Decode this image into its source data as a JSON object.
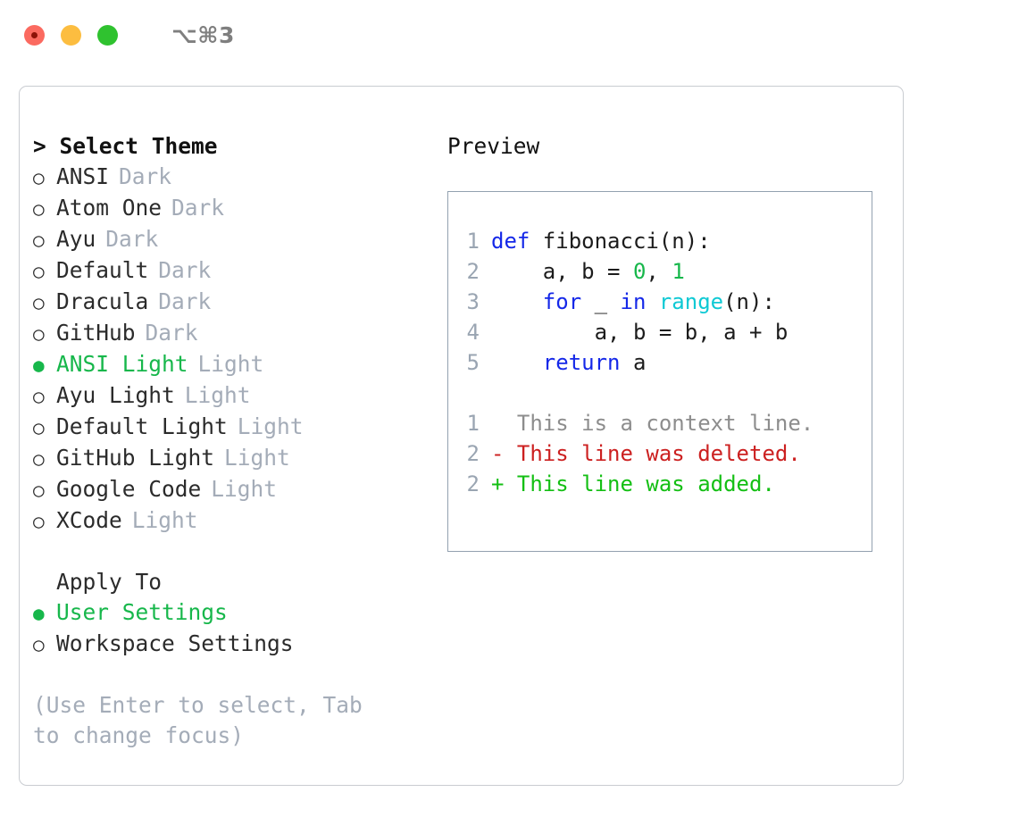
{
  "titlebar": {
    "shortcut": "⌥⌘3",
    "lights": [
      {
        "name": "close",
        "color": "#fb6a60"
      },
      {
        "name": "minimize",
        "color": "#fcbd40"
      },
      {
        "name": "maximize",
        "color": "#2fc22f"
      }
    ]
  },
  "colors": {
    "accent_green": "#17b74b",
    "muted": "#a4acb8",
    "keyword_blue": "#1528e8",
    "function_cyan": "#0ec9d4",
    "number_green": "#17b74b",
    "diff_deleted": "#cc2020",
    "diff_added": "#14bf14",
    "line_number": "#9aa5b2",
    "panel_border": "#c9ccd1",
    "preview_border": "#93a1b0"
  },
  "theme_picker": {
    "title": "> Select Theme",
    "selected_bullet": "●",
    "unselected_bullet": "○",
    "themes": [
      {
        "label": "ANSI",
        "kind": "Dark",
        "selected": false
      },
      {
        "label": "Atom One",
        "kind": "Dark",
        "selected": false
      },
      {
        "label": "Ayu",
        "kind": "Dark",
        "selected": false
      },
      {
        "label": "Default",
        "kind": "Dark",
        "selected": false
      },
      {
        "label": "Dracula",
        "kind": "Dark",
        "selected": false
      },
      {
        "label": "GitHub",
        "kind": "Dark",
        "selected": false
      },
      {
        "label": "ANSI Light",
        "kind": "Light",
        "selected": true
      },
      {
        "label": "Ayu Light",
        "kind": "Light",
        "selected": false
      },
      {
        "label": "Default Light",
        "kind": "Light",
        "selected": false
      },
      {
        "label": "GitHub Light",
        "kind": "Light",
        "selected": false
      },
      {
        "label": "Google Code",
        "kind": "Light",
        "selected": false
      },
      {
        "label": "XCode",
        "kind": "Light",
        "selected": false
      }
    ]
  },
  "apply_to": {
    "header": "Apply To",
    "options": [
      {
        "label": "User Settings",
        "selected": true
      },
      {
        "label": "Workspace Settings",
        "selected": false
      }
    ]
  },
  "hint": "(Use Enter to select, Tab to change focus)",
  "preview": {
    "title": "Preview",
    "code_lines": [
      {
        "num": "1",
        "segments": [
          {
            "text": "def ",
            "style": "kw"
          },
          {
            "text": "fibonacci(n):",
            "style": "ctext"
          }
        ]
      },
      {
        "num": "2",
        "segments": [
          {
            "text": "    a, b = ",
            "style": "ctext"
          },
          {
            "text": "0",
            "style": "num"
          },
          {
            "text": ", ",
            "style": "ctext"
          },
          {
            "text": "1",
            "style": "num"
          }
        ]
      },
      {
        "num": "3",
        "segments": [
          {
            "text": "    ",
            "style": "ctext"
          },
          {
            "text": "for ",
            "style": "kw"
          },
          {
            "text": "_ ",
            "style": "ctext"
          },
          {
            "text": "in ",
            "style": "kw"
          },
          {
            "text": "range",
            "style": "fn"
          },
          {
            "text": "(n):",
            "style": "ctext"
          }
        ]
      },
      {
        "num": "4",
        "segments": [
          {
            "text": "        a, b = b, a + b",
            "style": "ctext"
          }
        ]
      },
      {
        "num": "5",
        "segments": [
          {
            "text": "    ",
            "style": "ctext"
          },
          {
            "text": "return ",
            "style": "kw"
          },
          {
            "text": "a",
            "style": "ctext"
          }
        ]
      }
    ],
    "diff_lines": [
      {
        "num": "1",
        "marker": "  ",
        "text": "This is a context line.",
        "style": "ctx"
      },
      {
        "num": "2",
        "marker": "- ",
        "text": "This line was deleted.",
        "style": "del"
      },
      {
        "num": "2",
        "marker": "+ ",
        "text": "This line was added.",
        "style": "add"
      }
    ]
  }
}
